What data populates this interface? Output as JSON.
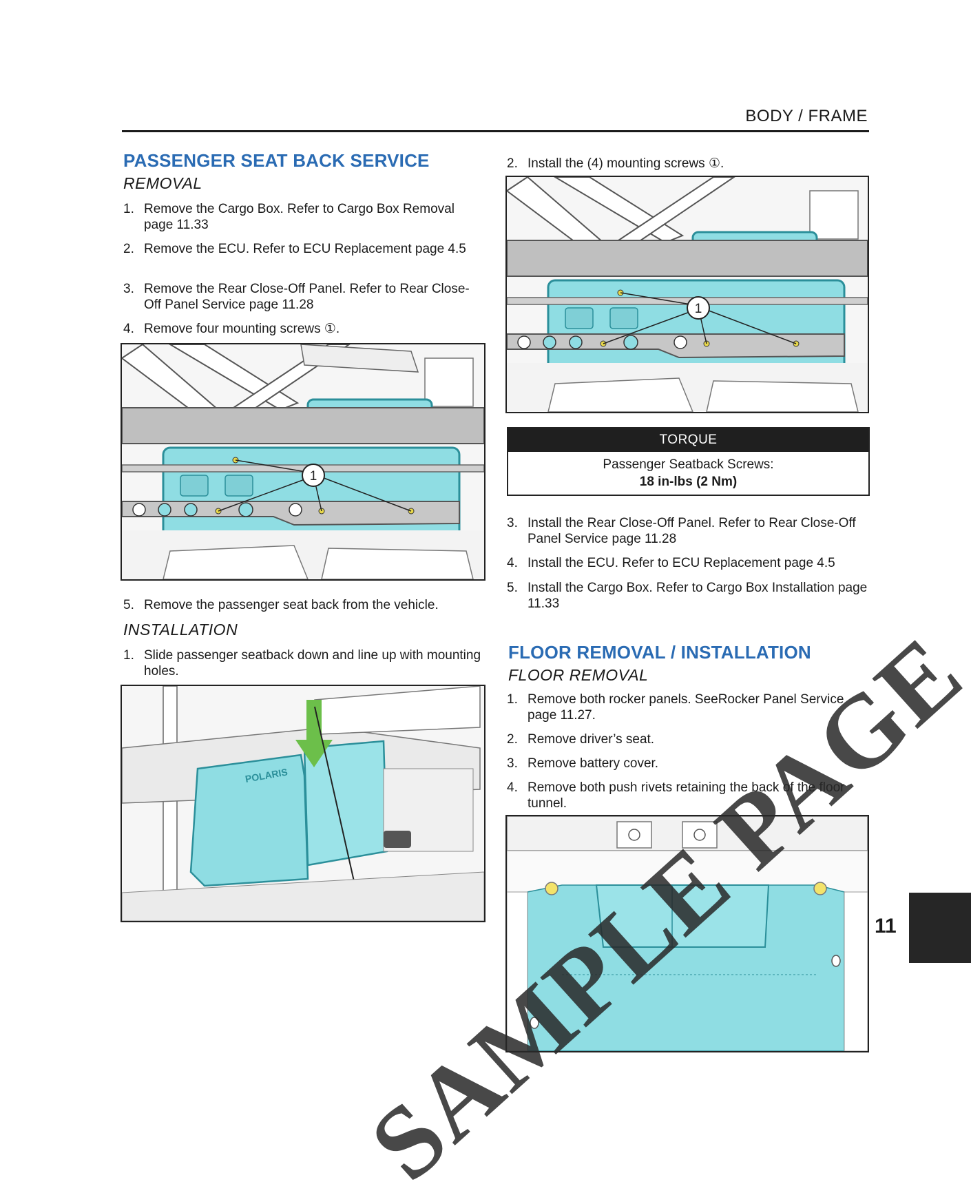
{
  "header": {
    "title": "BODY / FRAME"
  },
  "left": {
    "section_title": "PASSENGER SEAT BACK SERVICE",
    "removal_heading": "REMOVAL",
    "removal_steps": [
      {
        "num": "1.",
        "text": "Remove the Cargo Box. Refer to Cargo Box Removal page 11.33"
      },
      {
        "num": "2.",
        "text": "Remove the ECU. Refer to ECU Replacement page 4.5"
      },
      {
        "num": "3.",
        "text": "Remove the Rear Close-Off Panel. Refer to Rear Close-Off Panel Service page 11.28"
      },
      {
        "num": "4.",
        "text": "Remove four mounting screws ①."
      }
    ],
    "figure1_callout": "1",
    "step5": {
      "num": "5.",
      "text": "Remove the passenger seat back from the vehicle."
    },
    "installation_heading": "INSTALLATION",
    "install_step1": {
      "num": "1.",
      "text": "Slide passenger seatback down and line up with mounting holes."
    },
    "figure2_brand": "POLARIS"
  },
  "right": {
    "install_step2": {
      "num": "2.",
      "text": "Install the (4) mounting screws ①."
    },
    "figure3_callout": "1",
    "torque": {
      "heading": "TORQUE",
      "label": "Passenger Seatback Screws:",
      "value": "18 in-lbs (2 Nm)"
    },
    "install_steps": [
      {
        "num": "3.",
        "text": "Install the Rear Close-Off Panel. Refer to Rear Close-Off Panel Service page 11.28"
      },
      {
        "num": "4.",
        "text": "Install the ECU. Refer to ECU Replacement page 4.5"
      },
      {
        "num": "5.",
        "text": "Install the Cargo Box. Refer to Cargo Box Installation page 11.33"
      }
    ],
    "floor_title": "FLOOR REMOVAL / INSTALLATION",
    "floor_heading": "FLOOR REMOVAL",
    "floor_steps": [
      {
        "num": "1.",
        "text": "Remove both rocker panels. SeeRocker Panel Service page 11.27."
      },
      {
        "num": "2.",
        "text": "Remove driver’s seat."
      },
      {
        "num": "3.",
        "text": "Remove battery cover."
      },
      {
        "num": "4.",
        "text": "Remove both push rivets retaining the back of the floor tunnel."
      }
    ]
  },
  "chapter_tab": "11",
  "watermark": "SAMPLE PAGE",
  "colors": {
    "heading_blue": "#2a6bb3",
    "part_cyan": "#8fdde3",
    "arrow_green": "#6cbf4a"
  }
}
